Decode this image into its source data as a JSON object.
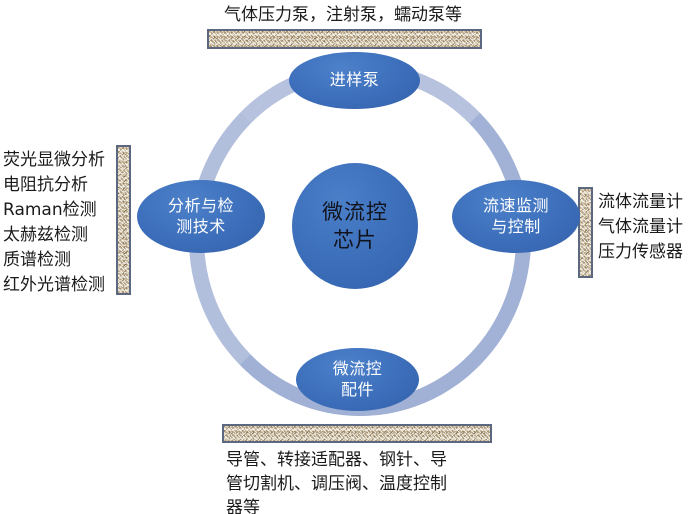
{
  "diagram": {
    "title": "微流控芯片",
    "center": {
      "name": "center-node",
      "lines": [
        "微流控",
        "芯片"
      ]
    },
    "nodes": [
      {
        "id": "sample-pump",
        "position": "top",
        "lines": [
          "进样泵"
        ],
        "annotation": {
          "lines": [
            "气体压力泵，注射泵，蠕动泵等"
          ]
        }
      },
      {
        "id": "flow-monitoring-control",
        "position": "right",
        "lines": [
          "流速监测",
          "与控制"
        ],
        "annotation": {
          "lines": [
            "流体流量计",
            "气体流量计",
            "压力传感器"
          ]
        }
      },
      {
        "id": "microfluidic-accessories",
        "position": "bottom",
        "lines": [
          "微流控",
          "配件"
        ],
        "annotation": {
          "lines": [
            "导管、转接适配器、钢针、导",
            "管切割机、调压阀、温度控制",
            "器等"
          ]
        }
      },
      {
        "id": "analysis-detection-technology",
        "position": "left",
        "lines": [
          "分析与检",
          "测技术"
        ],
        "annotation": {
          "lines": [
            "荧光显微分析",
            "电阻抗分析",
            "Raman检测",
            "太赫兹检测",
            "质谱检测",
            "红外光谱检测"
          ]
        }
      }
    ],
    "colors": {
      "ring": "#a7b6d8",
      "node_fill": "#3f72bd",
      "node_text": "#ffffff",
      "center_text": "#11131c",
      "bar_fill": "#c6b493",
      "bar_border": "#5c6880",
      "background": "#ffffff",
      "annotation_text": "#1b1b1b"
    }
  }
}
